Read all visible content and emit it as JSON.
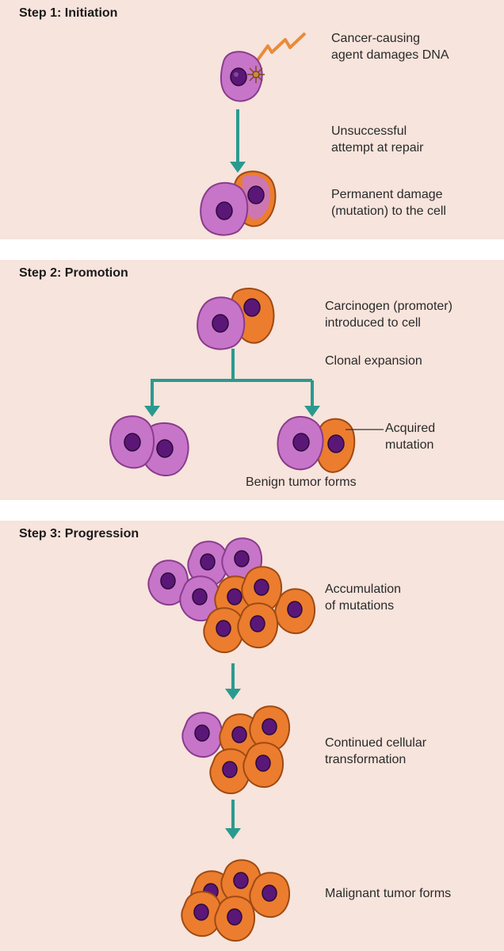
{
  "steps": [
    {
      "title": "Step 1: Initiation",
      "captions": {
        "damage": [
          "Cancer-causing",
          "agent damages DNA"
        ],
        "repair": [
          "Unsuccessful",
          "attempt at repair"
        ],
        "mutation": [
          "Permanent damage",
          "(mutation) to the cell"
        ]
      }
    },
    {
      "title": "Step 2: Promotion",
      "captions": {
        "promoter": [
          "Carcinogen (promoter)",
          "introduced to cell"
        ],
        "clonal": [
          "Clonal expansion"
        ],
        "acquired": [
          "Acquired",
          "mutation"
        ],
        "benign": [
          "Benign tumor forms"
        ]
      }
    },
    {
      "title": "Step 3: Progression",
      "captions": {
        "accumulation": [
          "Accumulation",
          "of mutations"
        ],
        "transformation": [
          "Continued cellular",
          "transformation"
        ],
        "malignant": [
          "Malignant tumor forms"
        ]
      }
    }
  ],
  "colors": {
    "panel_bg": "#f7e4dc",
    "normal_cell": "#c775c9",
    "mutated_cell": "#ec7d2e",
    "nucleus": "#5a1777",
    "arrow": "#2a9a8f",
    "zap": "#e98b3b"
  }
}
